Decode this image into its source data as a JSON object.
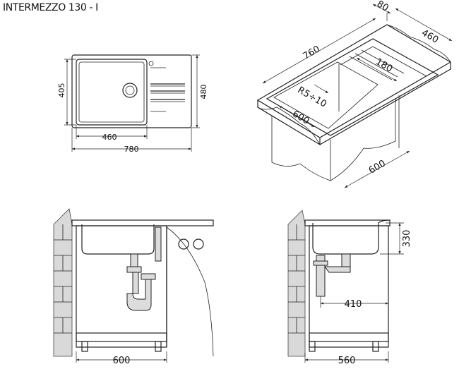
{
  "title": "INTERMEZZO 130 - I",
  "top_view": {
    "w_bowl": "460",
    "w_total": "780",
    "h_bowl": "405",
    "h_total": "480"
  },
  "iso_view": {
    "thickness": "80",
    "depth": "460",
    "length": "760",
    "radius": "R5÷10",
    "drainer": "180",
    "cabinet_front": "600",
    "cabinet_side": "600"
  },
  "front_view": {
    "width": "600"
  },
  "side_view": {
    "depth_total": "560",
    "height": "330",
    "drain_offset": "410"
  }
}
